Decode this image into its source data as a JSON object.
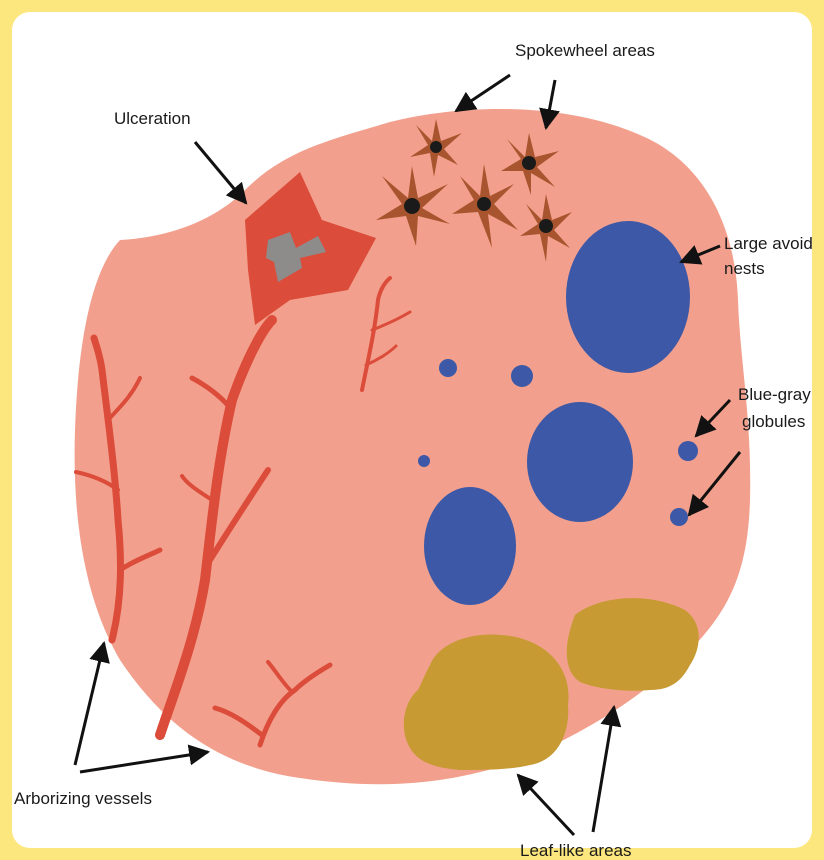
{
  "labels": {
    "spokewheel": "Spokewheel areas",
    "ulceration": "Ulceration",
    "large_nests_line1": "Large avoid",
    "large_nests_line2": "nests",
    "globules_line1": "Blue-gray",
    "globules_line2": "globules",
    "arborizing": "Arborizing vessels",
    "leaf_like": "Leaf-like areas"
  },
  "colors": {
    "background": "#fbe77e",
    "lesion": "#f2a08d",
    "vessel": "#dc4c3a",
    "ulcer_crust": "#8e8b8b",
    "spokewheel": "#a8552f",
    "spokewheel_center": "#1a1a1a",
    "nest": "#3d58a6",
    "leaf": "#c79a33"
  }
}
